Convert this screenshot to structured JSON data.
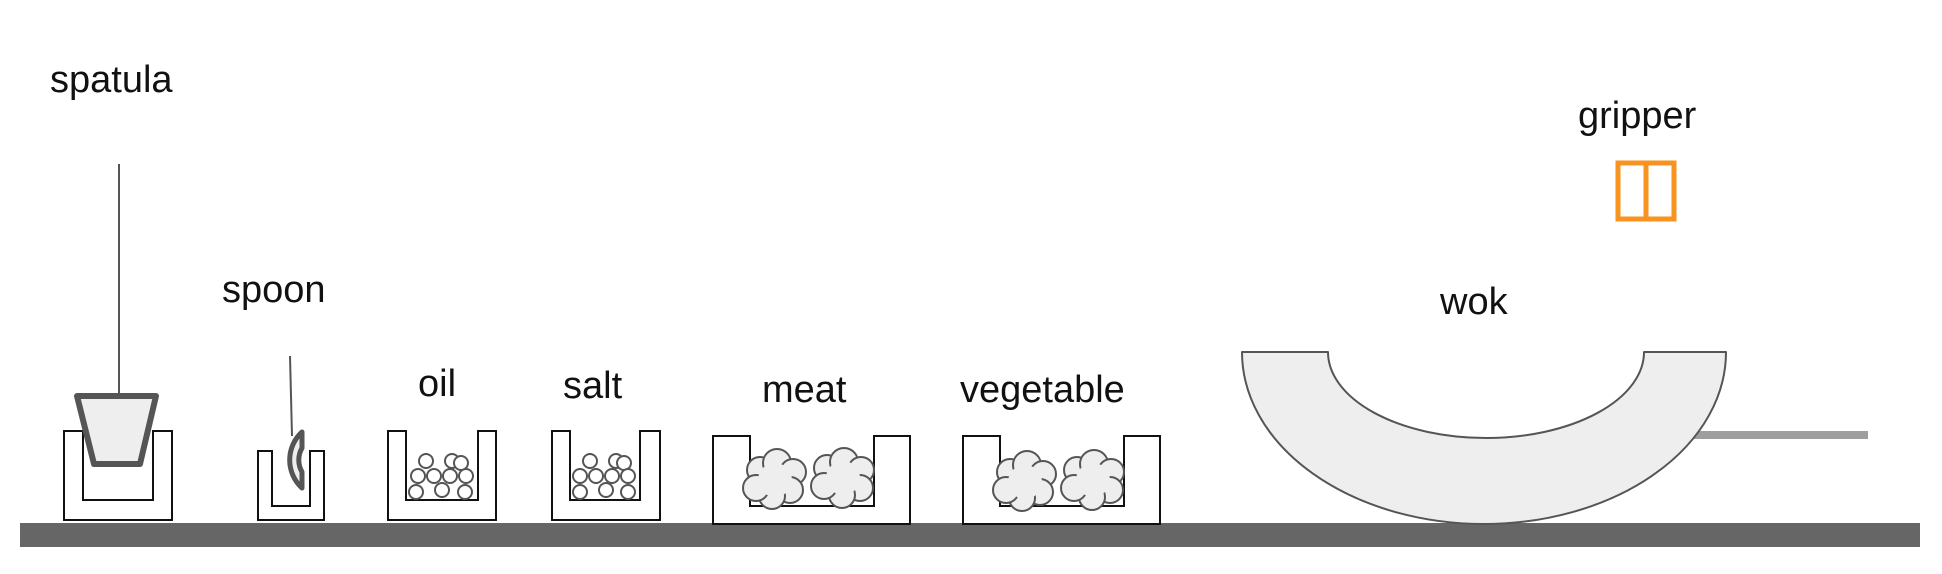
{
  "labels": {
    "spatula": "spatula",
    "spoon": "spoon",
    "oil": "oil",
    "salt": "salt",
    "meat": "meat",
    "vegetable": "vegetable",
    "wok": "wok",
    "gripper": "gripper"
  },
  "colors": {
    "table": "#666666",
    "gripper": "#f7931e",
    "wok_fill": "#eeeeee",
    "handle": "#9e9e9e",
    "outline": "#111111"
  }
}
